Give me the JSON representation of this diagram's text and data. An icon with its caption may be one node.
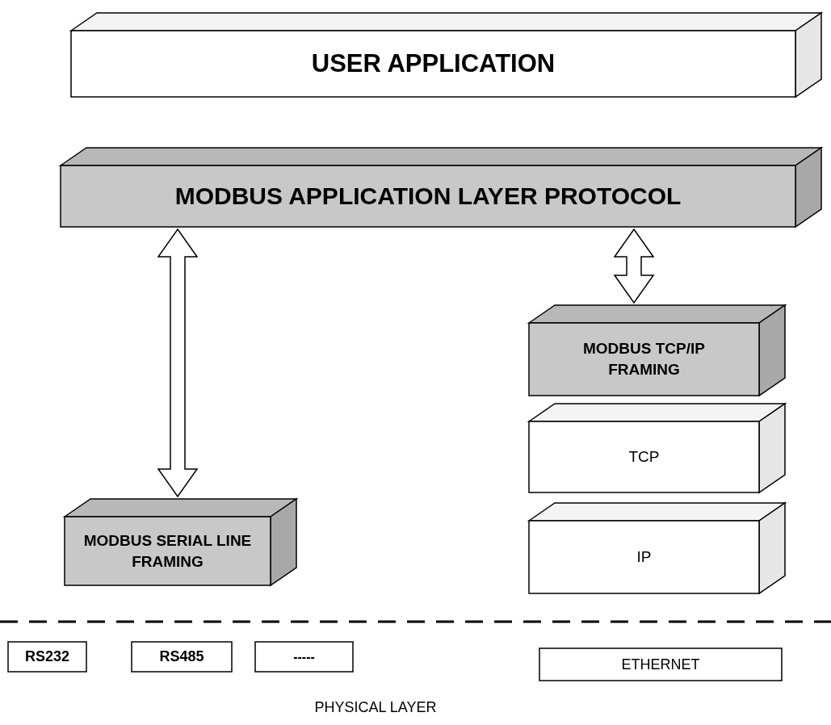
{
  "diagram": {
    "nodes": [
      {
        "text": [
          "USER APPLICATION"
        ]
      },
      {
        "text": [
          "MODBUS APPLICATION LAYER PROTOCOL"
        ]
      },
      {
        "text": [
          "MODBUS TCP/IP FRAMING"
        ]
      },
      {
        "text": [
          "TCP"
        ]
      },
      {
        "text": [
          "IP"
        ]
      },
      {
        "text": [
          "MODBUS SERIAL LINE FRAMING"
        ]
      },
      {
        "text": [
          "RS232"
        ]
      },
      {
        "text": [
          "RS485"
        ]
      },
      {
        "text": [
          "-----"
        ]
      },
      {
        "text": [
          "ETHERNET"
        ]
      }
    ],
    "edges": [
      {
        "from": 1,
        "to": 5,
        "arrow": "both"
      },
      {
        "from": 1,
        "to": 2,
        "arrow": "both"
      }
    ],
    "labels": [
      "PHYSICAL LAYER"
    ]
  }
}
